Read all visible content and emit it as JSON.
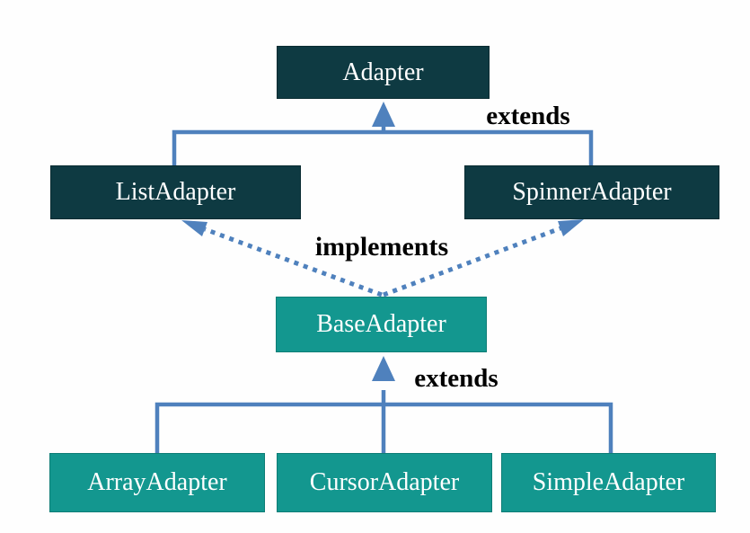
{
  "diagram": {
    "nodes": {
      "adapter": {
        "label": "Adapter",
        "kind": "interface"
      },
      "list_adapter": {
        "label": "ListAdapter",
        "kind": "interface"
      },
      "spinner_adapter": {
        "label": "SpinnerAdapter",
        "kind": "interface"
      },
      "base_adapter": {
        "label": "BaseAdapter",
        "kind": "class"
      },
      "array_adapter": {
        "label": "ArrayAdapter",
        "kind": "class"
      },
      "cursor_adapter": {
        "label": "CursorAdapter",
        "kind": "class"
      },
      "simple_adapter": {
        "label": "SimpleAdapter",
        "kind": "class"
      }
    },
    "edge_labels": {
      "extends_top": {
        "label": "extends"
      },
      "implements": {
        "label": "implements"
      },
      "extends_bottom": {
        "label": "extends"
      }
    },
    "relations": [
      {
        "from": "ListAdapter",
        "to": "Adapter",
        "type": "extends",
        "style": "solid"
      },
      {
        "from": "SpinnerAdapter",
        "to": "Adapter",
        "type": "extends",
        "style": "solid"
      },
      {
        "from": "BaseAdapter",
        "to": "ListAdapter",
        "type": "implements",
        "style": "dotted"
      },
      {
        "from": "BaseAdapter",
        "to": "SpinnerAdapter",
        "type": "implements",
        "style": "dotted"
      },
      {
        "from": "ArrayAdapter",
        "to": "BaseAdapter",
        "type": "extends",
        "style": "solid"
      },
      {
        "from": "CursorAdapter",
        "to": "BaseAdapter",
        "type": "extends",
        "style": "solid"
      },
      {
        "from": "SimpleAdapter",
        "to": "BaseAdapter",
        "type": "extends",
        "style": "solid"
      }
    ]
  },
  "colors": {
    "background": "#fefefe",
    "node-dark": "#0e3a42",
    "node-dark-border": "#092b31",
    "node-teal": "#13978f",
    "node-teal-border": "#0e7d76",
    "node-text": "#ffffff",
    "connector": "#4f81bd",
    "edge-label-color": "#000000"
  }
}
